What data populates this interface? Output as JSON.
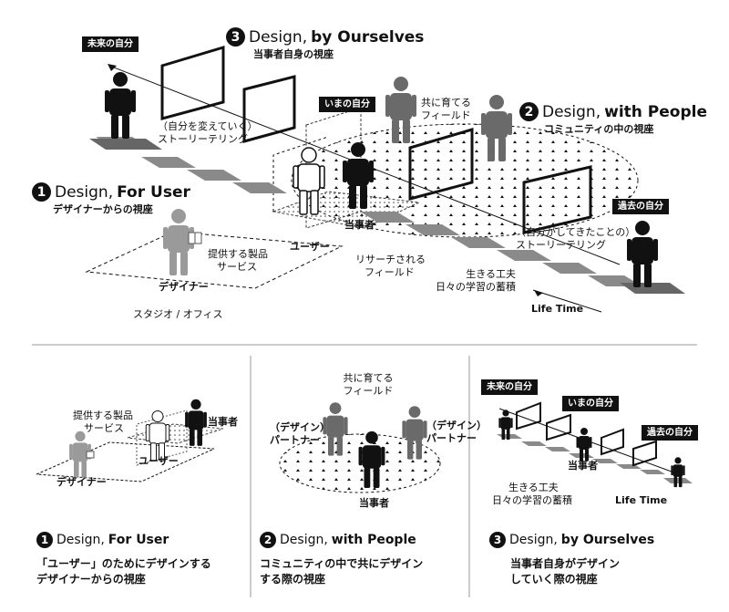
{
  "main": {
    "design_for_user": {
      "num": "1",
      "prefix": "Design, ",
      "emph": "For User",
      "sub": "デザイナーからの視座"
    },
    "design_with_people": {
      "num": "2",
      "prefix": "Design, ",
      "emph": "with People",
      "sub": "コミュニティの中の視座"
    },
    "design_by_ourselves": {
      "num": "3",
      "prefix": "Design, ",
      "emph": "by Ourselves",
      "sub": "当事者自身の視座"
    },
    "tag_future_self": "未来の自分",
    "tag_present_self": "いまの自分",
    "tag_past_self": "過去の自分",
    "storytelling_future": [
      "（自分を変えていく）",
      "ストーリーテリング"
    ],
    "storytelling_past": [
      "（自分がしてきたことの）",
      "ストーリーテリング"
    ],
    "field_grow_together": [
      "共に育てる",
      "フィールド"
    ],
    "field_research": [
      "リサーチされる",
      "フィールド"
    ],
    "product_service": [
      "提供する製品",
      "サービス"
    ],
    "user": "ユーザー",
    "designer": "デザイナー",
    "stakeholder": "当事者",
    "studio_office": "スタジオ / オフィス",
    "lifelong_learning": [
      "生きる工夫",
      "日々の学習の蓄積"
    ],
    "life_time": "Life Time"
  },
  "panels": {
    "p1": {
      "product_service": [
        "提供する製品",
        "サービス"
      ],
      "stakeholder": "当事者",
      "user": "ユーザー",
      "designer": "デザイナー",
      "heading": {
        "num": "1",
        "prefix": "Design, ",
        "emph": "For User"
      },
      "caption": [
        "「ユーザー」のためにデザインする",
        "デザイナーからの視座"
      ]
    },
    "p2": {
      "field": [
        "共に育てる",
        "フィールド"
      ],
      "partner_left": [
        "（デザイン）",
        "パートナー"
      ],
      "partner_right": [
        "（デザイン）",
        "パートナー"
      ],
      "stakeholder": "当事者",
      "heading": {
        "num": "2",
        "prefix": "Design, ",
        "emph": "with People"
      },
      "caption": [
        "コミュニティの中で共にデザイン",
        "する際の視座"
      ]
    },
    "p3": {
      "tag_future_self": "未来の自分",
      "tag_present_self": "いまの自分",
      "tag_past_self": "過去の自分",
      "stakeholder": "当事者",
      "lifelong_learning": [
        "生きる工夫",
        "日々の学習の蓄積"
      ],
      "life_time": "Life Time",
      "heading": {
        "num": "3",
        "prefix": "Design, ",
        "emph": "by Ourselves"
      },
      "caption": [
        "当事者自身がデザイン",
        "していく際の視座"
      ]
    }
  },
  "colors": {
    "black": "#111111",
    "dark_gray": "#555555",
    "mid_gray": "#777777",
    "light_gray": "#9a9a9a",
    "step_gray": "#8a8a8a",
    "outline": "#222222"
  }
}
